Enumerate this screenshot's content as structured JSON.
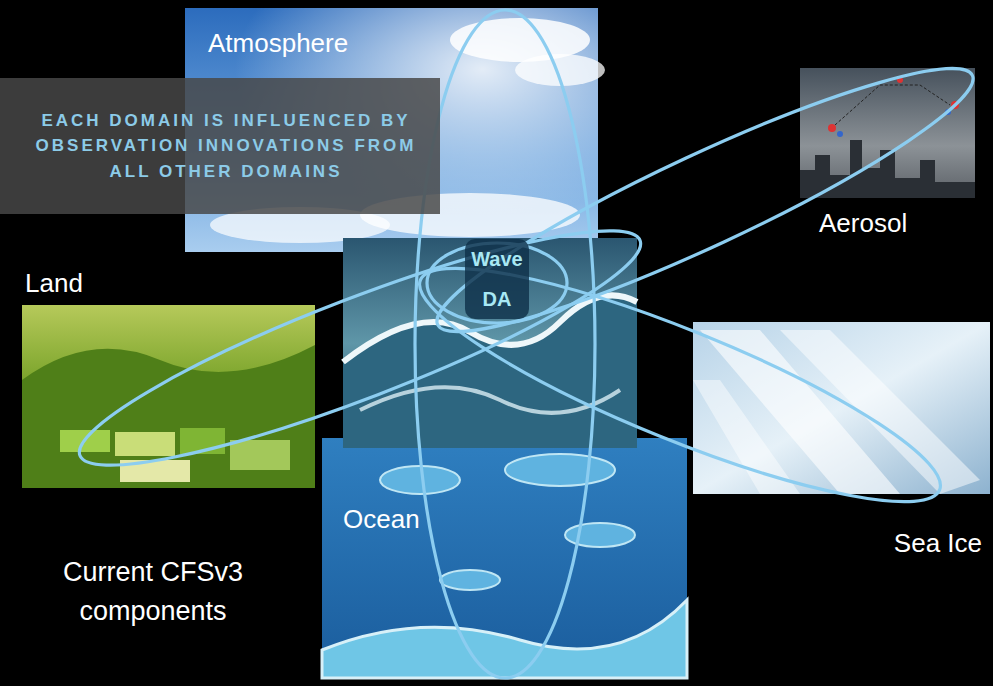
{
  "diagram": {
    "nodes": [
      {
        "text": [
          "Atmosphere"
        ]
      },
      {
        "text": [
          "EACH DOMAIN IS INFLUENCED BY OBSERVATION INNOVATIONS FROM ALL OTHER DOMAINS"
        ]
      },
      {
        "text": [
          "Aerosol"
        ]
      },
      {
        "text": [
          "Land"
        ]
      },
      {
        "text": [
          "Wave DA"
        ]
      },
      {
        "text": [
          "Sea Ice"
        ]
      },
      {
        "text": [
          "Ocean"
        ]
      }
    ],
    "labels": [
      "Current CFSv3 components"
    ]
  }
}
